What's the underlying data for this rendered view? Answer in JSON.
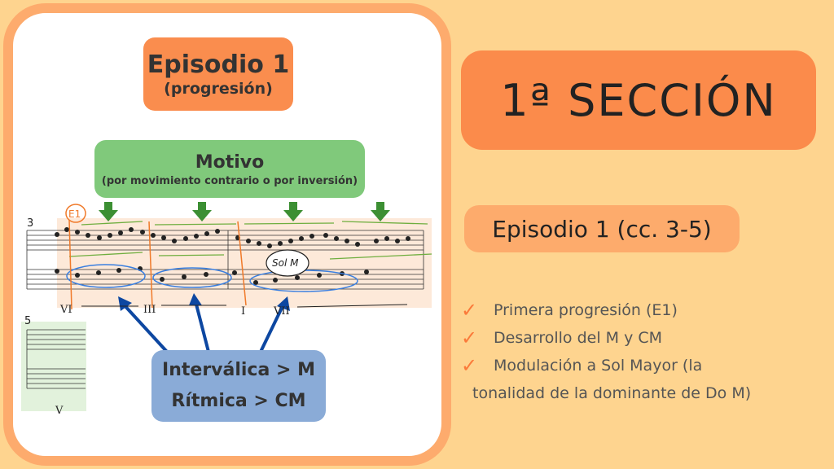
{
  "left": {
    "episode_title": "Episodio 1",
    "episode_subtitle": "(progresión)",
    "motive_title": "Motivo",
    "motive_subtitle": "(por movimiento contrario o por inversión)",
    "interval_label": "Interválica > M",
    "rhythm_label": "Rítmica > CM",
    "score": {
      "measure_3": "3",
      "measure_5": "5",
      "e1_mark": "E1",
      "key_mark": "Sol M",
      "degrees": [
        "VI",
        "III",
        "I",
        "VII",
        "V"
      ]
    }
  },
  "right": {
    "section_title": "1ª SECCIÓN",
    "episode_range": "Episodio 1 (cc. 3-5)",
    "items": [
      "Primera progresión (E1)",
      "Desarrollo del M y CM",
      "Modulación a Sol Mayor (la"
    ],
    "item_continuation": "tonalidad de la dominante de Do M)",
    "check_icon": "✓"
  },
  "colors": {
    "background": "#fed48f",
    "orange": "#fa8d4e",
    "green": "#80c97b",
    "blue": "#8aabd7"
  }
}
